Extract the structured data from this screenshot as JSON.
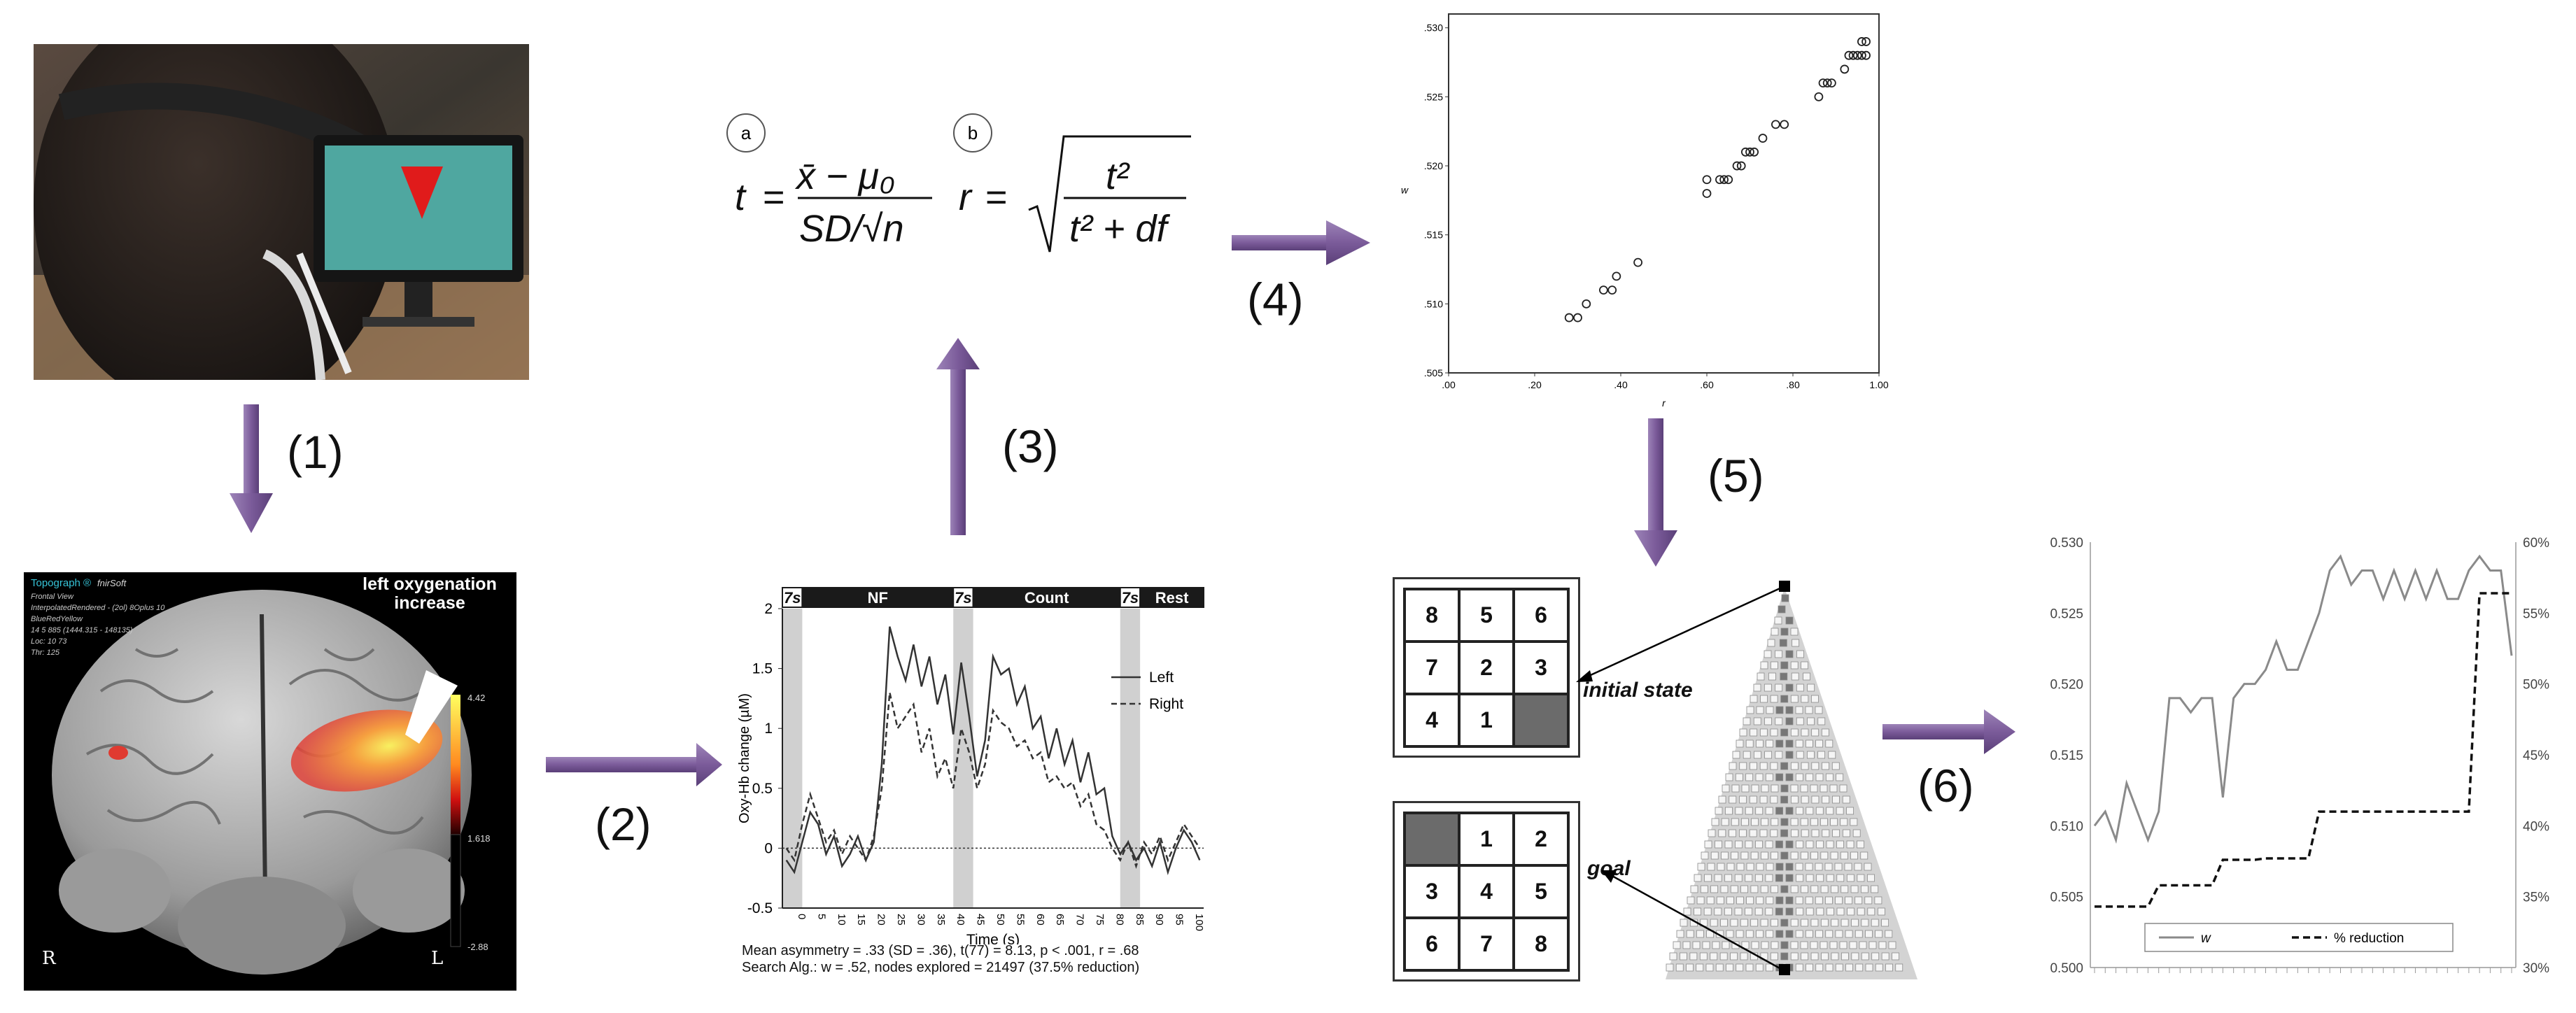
{
  "steps": {
    "s1": "(1)",
    "s2": "(2)",
    "s3": "(3)",
    "s4": "(4)",
    "s5": "(5)",
    "s6": "(6)"
  },
  "colors": {
    "arrow": "#7b5b9a",
    "arrow_dark": "#4a2f66",
    "grey_band": "#d0d0d0",
    "puzzle_blank": "#6b6b6b"
  },
  "brain": {
    "header1": "Topograph ®",
    "header2": "fnirSoft",
    "header_lines": [
      "Frontal View",
      "InterpolatedRendered - (2ol) 8Oplus 10",
      "BlueRedYellow",
      "14 5 885 (1444.315 - 148135)",
      "Loc: 10 73",
      "Thr: 125"
    ],
    "annotation": "left oxygenation increase",
    "label_left": "R",
    "label_right": "L",
    "scale_max": "4.42",
    "scale_mid": "1.618",
    "scale_min": "-2.88"
  },
  "formula": {
    "a": "a",
    "b": "b"
  },
  "oxy_chart": {
    "segments": [
      "7s",
      "NF",
      "7s",
      "Count",
      "7s",
      "Rest"
    ],
    "legend": [
      "Left",
      "Right"
    ],
    "caption1": "Mean asymmetry = .33 (SD = .36), t(77) = 8.13, p < .001, r = .68",
    "caption2": "Search Alg.: w = .52, nodes explored = 21497 (37.5% reduction)"
  },
  "scatter": {},
  "puzzle": {
    "initial": [
      "8",
      "5",
      "6",
      "7",
      "2",
      "3",
      "4",
      "1",
      ""
    ],
    "goal": [
      "",
      "1",
      "2",
      "3",
      "4",
      "5",
      "6",
      "7",
      "8"
    ],
    "initial_label": "initial state",
    "goal_label": "goal"
  },
  "chart_data": [
    {
      "type": "line",
      "title": "",
      "xlabel": "Time (s)",
      "ylabel": "Oxy-Hb change (µM)",
      "xlim": [
        -3,
        103
      ],
      "ylim": [
        -0.5,
        2
      ],
      "x_ticks": [
        0,
        5,
        10,
        15,
        20,
        25,
        30,
        35,
        40,
        45,
        50,
        55,
        60,
        65,
        70,
        75,
        80,
        85,
        90,
        95,
        100
      ],
      "y_ticks": [
        -0.5,
        0,
        0.5,
        1,
        1.5,
        2
      ],
      "y_tick_labels": [
        "-0.5",
        "0",
        "0.5",
        "1",
        "1.5",
        "2"
      ],
      "series": [
        {
          "name": "Left",
          "style": "solid",
          "x": [
            -2,
            0,
            2,
            4,
            6,
            8,
            10,
            12,
            14,
            16,
            18,
            20,
            22,
            24,
            26,
            28,
            30,
            32,
            34,
            36,
            38,
            40,
            42,
            44,
            46,
            48,
            50,
            52,
            54,
            56,
            58,
            60,
            62,
            64,
            66,
            68,
            70,
            72,
            74,
            76,
            78,
            80,
            82,
            84,
            86,
            88,
            90,
            92,
            94,
            96,
            98,
            100,
            102
          ],
          "values": [
            -0.1,
            -0.2,
            0.05,
            0.3,
            0.2,
            -0.05,
            0.1,
            -0.15,
            -0.05,
            0.1,
            -0.1,
            0.05,
            0.7,
            1.85,
            1.6,
            1.4,
            1.7,
            1.35,
            1.6,
            1.2,
            1.45,
            0.95,
            1.55,
            1.1,
            0.6,
            0.9,
            1.6,
            1.45,
            1.5,
            1.2,
            1.35,
            1.0,
            1.1,
            0.75,
            1.0,
            0.7,
            0.9,
            0.55,
            0.8,
            0.45,
            0.5,
            0.1,
            -0.05,
            0.05,
            -0.1,
            0.0,
            -0.15,
            0.05,
            -0.2,
            0.0,
            0.15,
            0.05,
            -0.1
          ]
        },
        {
          "name": "Right",
          "style": "dashed",
          "x": [
            -2,
            0,
            2,
            4,
            6,
            8,
            10,
            12,
            14,
            16,
            18,
            20,
            22,
            24,
            26,
            28,
            30,
            32,
            34,
            36,
            38,
            40,
            42,
            44,
            46,
            48,
            50,
            52,
            54,
            56,
            58,
            60,
            62,
            64,
            66,
            68,
            70,
            72,
            74,
            76,
            78,
            80,
            82,
            84,
            86,
            88,
            90,
            92,
            94,
            96,
            98,
            100,
            102
          ],
          "values": [
            0.0,
            -0.1,
            0.2,
            0.45,
            0.25,
            0.05,
            0.15,
            -0.05,
            0.1,
            0.0,
            -0.1,
            0.1,
            0.5,
            1.3,
            1.0,
            1.1,
            1.2,
            0.8,
            1.0,
            0.6,
            0.75,
            0.5,
            1.0,
            0.8,
            0.5,
            0.7,
            1.15,
            1.05,
            1.0,
            0.85,
            0.9,
            0.75,
            0.8,
            0.55,
            0.6,
            0.5,
            0.55,
            0.35,
            0.45,
            0.2,
            0.15,
            0.0,
            -0.1,
            0.05,
            -0.15,
            0.05,
            -0.05,
            0.1,
            -0.1,
            0.05,
            0.2,
            0.1,
            0.0
          ]
        }
      ],
      "shaded_intervals": [
        [
          -3,
          2
        ],
        [
          40,
          45
        ],
        [
          82,
          87
        ]
      ]
    },
    {
      "type": "scatter",
      "title": "",
      "xlabel": "r",
      "ylabel": "w",
      "xlim": [
        0,
        1
      ],
      "ylim": [
        0.505,
        0.531
      ],
      "x_tick_labels": [
        ".00",
        ".20",
        ".40",
        ".60",
        ".80",
        "1.00"
      ],
      "y_tick_labels": [
        ".505",
        ".510",
        ".515",
        ".520",
        ".525",
        ".530"
      ],
      "points": [
        [
          0.28,
          0.509
        ],
        [
          0.3,
          0.509
        ],
        [
          0.32,
          0.51
        ],
        [
          0.36,
          0.511
        ],
        [
          0.38,
          0.511
        ],
        [
          0.39,
          0.512
        ],
        [
          0.44,
          0.513
        ],
        [
          0.6,
          0.518
        ],
        [
          0.6,
          0.519
        ],
        [
          0.63,
          0.519
        ],
        [
          0.64,
          0.519
        ],
        [
          0.65,
          0.519
        ],
        [
          0.67,
          0.52
        ],
        [
          0.68,
          0.52
        ],
        [
          0.69,
          0.521
        ],
        [
          0.7,
          0.521
        ],
        [
          0.71,
          0.521
        ],
        [
          0.73,
          0.522
        ],
        [
          0.76,
          0.523
        ],
        [
          0.78,
          0.523
        ],
        [
          0.86,
          0.525
        ],
        [
          0.87,
          0.526
        ],
        [
          0.88,
          0.526
        ],
        [
          0.89,
          0.526
        ],
        [
          0.92,
          0.527
        ],
        [
          0.93,
          0.528
        ],
        [
          0.94,
          0.528
        ],
        [
          0.95,
          0.528
        ],
        [
          0.96,
          0.528
        ],
        [
          0.96,
          0.529
        ],
        [
          0.97,
          0.529
        ],
        [
          0.97,
          0.528
        ]
      ]
    },
    {
      "type": "line",
      "title": "",
      "xlabel": "",
      "ylabel": "",
      "ylim": [
        0.5,
        0.53
      ],
      "y2lim": [
        30,
        60
      ],
      "y_tick_labels": [
        "0.500",
        "0.505",
        "0.510",
        "0.515",
        "0.520",
        "0.525",
        "0.530"
      ],
      "y2_tick_labels": [
        "30%",
        "35%",
        "40%",
        "45%",
        "50%",
        "55%",
        "60%"
      ],
      "legend": "bottom",
      "series": [
        {
          "name": "w",
          "axis": "left",
          "style": "solid",
          "values": [
            0.51,
            0.511,
            0.509,
            0.513,
            0.511,
            0.509,
            0.511,
            0.519,
            0.519,
            0.518,
            0.519,
            0.519,
            0.512,
            0.519,
            0.52,
            0.52,
            0.521,
            0.523,
            0.521,
            0.521,
            0.523,
            0.525,
            0.528,
            0.529,
            0.527,
            0.528,
            0.528,
            0.526,
            0.528,
            0.526,
            0.528,
            0.526,
            0.528,
            0.526,
            0.526,
            0.528,
            0.529,
            0.528,
            0.528,
            0.522
          ]
        },
        {
          "name": "% reduction",
          "axis": "right",
          "style": "dashed",
          "values": [
            34.3,
            34.3,
            34.3,
            34.3,
            34.3,
            34.3,
            35.8,
            35.8,
            35.8,
            35.8,
            35.8,
            35.8,
            37.6,
            37.6,
            37.6,
            37.6,
            37.7,
            37.7,
            37.7,
            37.7,
            37.7,
            41.0,
            41.0,
            41.0,
            41.0,
            41.0,
            41.0,
            41.0,
            41.0,
            41.0,
            41.0,
            41.0,
            41.0,
            41.0,
            41.0,
            41.0,
            56.4,
            56.4,
            56.4,
            56.4
          ]
        }
      ]
    }
  ]
}
